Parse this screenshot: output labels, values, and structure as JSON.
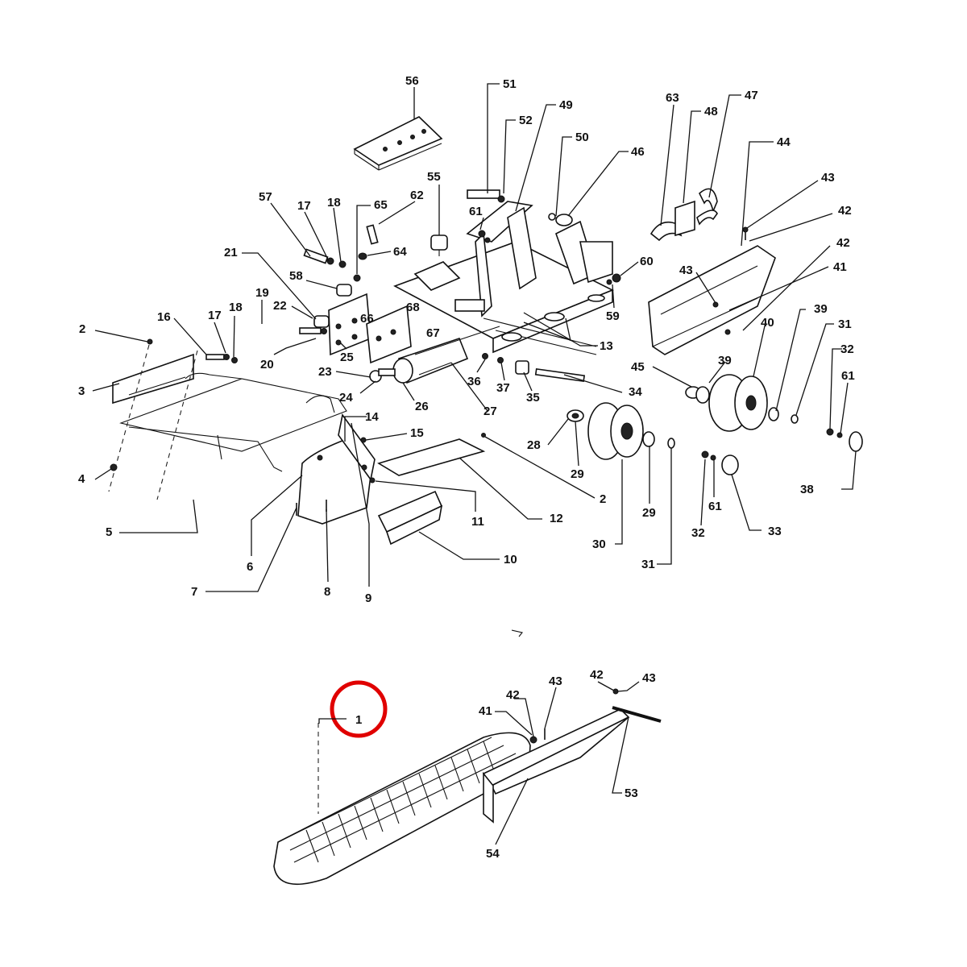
{
  "labels": [
    {
      "id": "56",
      "text": "56"
    },
    {
      "id": "51",
      "text": "51"
    },
    {
      "id": "49",
      "text": "49"
    },
    {
      "id": "52",
      "text": "52"
    },
    {
      "id": "50",
      "text": "50"
    },
    {
      "id": "46",
      "text": "46"
    },
    {
      "id": "63",
      "text": "63"
    },
    {
      "id": "48",
      "text": "48"
    },
    {
      "id": "47",
      "text": "47"
    },
    {
      "id": "44",
      "text": "44"
    },
    {
      "id": "43a",
      "text": "43"
    },
    {
      "id": "42a",
      "text": "42"
    },
    {
      "id": "42b",
      "text": "42"
    },
    {
      "id": "41a",
      "text": "41"
    },
    {
      "id": "43b",
      "text": "43"
    },
    {
      "id": "55",
      "text": "55"
    },
    {
      "id": "57",
      "text": "57"
    },
    {
      "id": "17a",
      "text": "17"
    },
    {
      "id": "18a",
      "text": "18"
    },
    {
      "id": "65",
      "text": "65"
    },
    {
      "id": "62",
      "text": "62"
    },
    {
      "id": "61a",
      "text": "61"
    },
    {
      "id": "64",
      "text": "64"
    },
    {
      "id": "60",
      "text": "60"
    },
    {
      "id": "59",
      "text": "59"
    },
    {
      "id": "21",
      "text": "21"
    },
    {
      "id": "58",
      "text": "58"
    },
    {
      "id": "19",
      "text": "19"
    },
    {
      "id": "22",
      "text": "22"
    },
    {
      "id": "16",
      "text": "16"
    },
    {
      "id": "17b",
      "text": "17"
    },
    {
      "id": "18b",
      "text": "18"
    },
    {
      "id": "66",
      "text": "66"
    },
    {
      "id": "68",
      "text": "68"
    },
    {
      "id": "67",
      "text": "67"
    },
    {
      "id": "2a",
      "text": "2"
    },
    {
      "id": "25",
      "text": "25"
    },
    {
      "id": "20",
      "text": "20"
    },
    {
      "id": "13",
      "text": "13"
    },
    {
      "id": "40",
      "text": "40"
    },
    {
      "id": "39a",
      "text": "39"
    },
    {
      "id": "31a",
      "text": "31"
    },
    {
      "id": "32a",
      "text": "32"
    },
    {
      "id": "39b",
      "text": "39"
    },
    {
      "id": "45",
      "text": "45"
    },
    {
      "id": "61b",
      "text": "61"
    },
    {
      "id": "3",
      "text": "3"
    },
    {
      "id": "23",
      "text": "23"
    },
    {
      "id": "36",
      "text": "36"
    },
    {
      "id": "37",
      "text": "37"
    },
    {
      "id": "35",
      "text": "35"
    },
    {
      "id": "34",
      "text": "34"
    },
    {
      "id": "24",
      "text": "24"
    },
    {
      "id": "26",
      "text": "26"
    },
    {
      "id": "27",
      "text": "27"
    },
    {
      "id": "14",
      "text": "14"
    },
    {
      "id": "15",
      "text": "15"
    },
    {
      "id": "28",
      "text": "28"
    },
    {
      "id": "29a",
      "text": "29"
    },
    {
      "id": "4",
      "text": "4"
    },
    {
      "id": "38",
      "text": "38"
    },
    {
      "id": "2b",
      "text": "2"
    },
    {
      "id": "11",
      "text": "11"
    },
    {
      "id": "12",
      "text": "12"
    },
    {
      "id": "29b",
      "text": "29"
    },
    {
      "id": "61c",
      "text": "61"
    },
    {
      "id": "5",
      "text": "5"
    },
    {
      "id": "32b",
      "text": "32"
    },
    {
      "id": "33",
      "text": "33"
    },
    {
      "id": "30",
      "text": "30"
    },
    {
      "id": "10",
      "text": "10"
    },
    {
      "id": "6",
      "text": "6"
    },
    {
      "id": "31b",
      "text": "31"
    },
    {
      "id": "7",
      "text": "7"
    },
    {
      "id": "8",
      "text": "8"
    },
    {
      "id": "9",
      "text": "9"
    },
    {
      "id": "43c",
      "text": "43"
    },
    {
      "id": "42c",
      "text": "42"
    },
    {
      "id": "43d",
      "text": "43"
    },
    {
      "id": "42d",
      "text": "42"
    },
    {
      "id": "41b",
      "text": "41"
    },
    {
      "id": "1",
      "text": "1"
    },
    {
      "id": "53",
      "text": "53"
    },
    {
      "id": "54",
      "text": "54"
    }
  ],
  "highlight": {
    "part": "1",
    "color": "#e00000"
  }
}
